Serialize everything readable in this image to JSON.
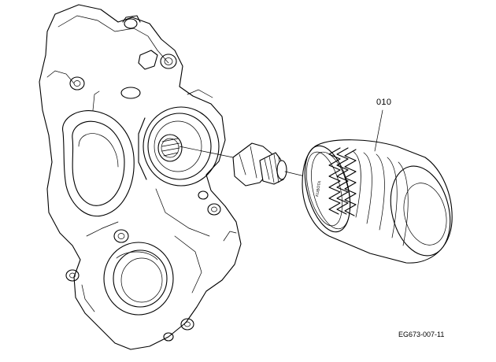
{
  "diagram": {
    "callout": {
      "part_number": "010"
    },
    "figure_code": "EG673-007-11",
    "filter_brand_text": "KUBOTA"
  },
  "icons": {
    "engine_block": "engine-housing-drawing",
    "adapter": "threaded-nipple-drawing",
    "oil_filter": "oil-filter-cartridge-drawing"
  }
}
